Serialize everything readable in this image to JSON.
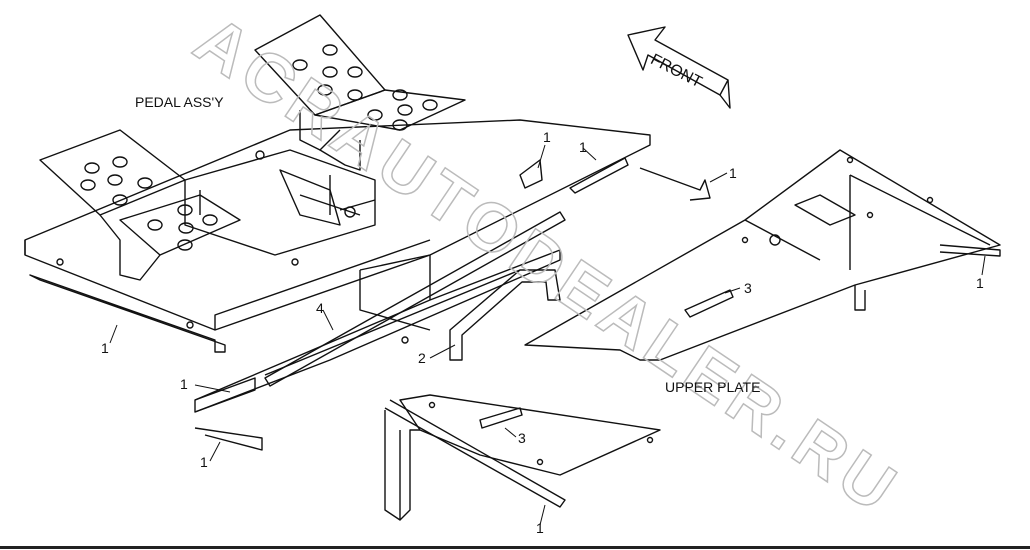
{
  "labels": {
    "pedal_assy": "PEDAL ASS'Y",
    "upper_plate": "UPPER PLATE",
    "front": "FRONT"
  },
  "callouts": [
    "1",
    "1",
    "1",
    "1",
    "1",
    "1",
    "1",
    "2",
    "3",
    "3",
    "4"
  ],
  "watermark": "ACRAUTODEALER.RU",
  "colors": {
    "line": "#111111",
    "watermark": "#bbbbbb",
    "background": "#ffffff"
  }
}
